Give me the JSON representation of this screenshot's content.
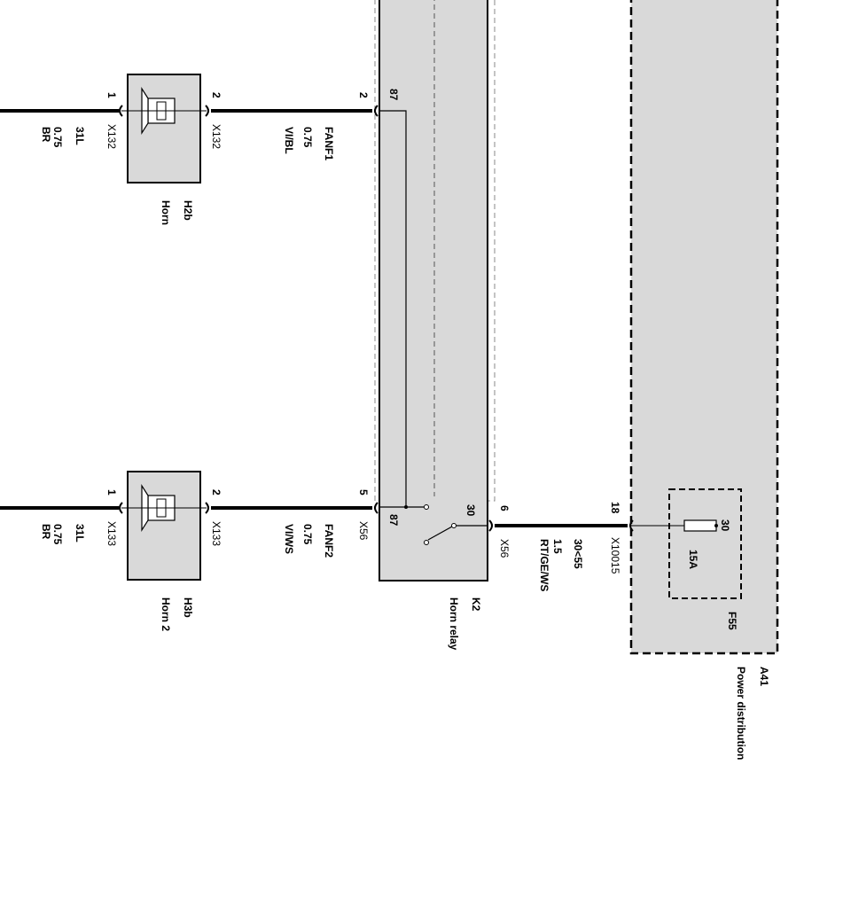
{
  "components": {
    "h2b": {
      "id": "H2b",
      "name": "Horn",
      "conn_left": "X132",
      "conn_right": "X132",
      "pin_left": "1",
      "pin_right": "2"
    },
    "h3b": {
      "id": "H3b",
      "name": "Horn 2",
      "conn_left": "X133",
      "conn_right": "X133",
      "pin_left": "1",
      "pin_right": "2"
    },
    "k2": {
      "id": "K2",
      "name": "Horn relay",
      "pin_87_top": "87",
      "pin_87_bottom": "87",
      "pin_30": "30",
      "pin_2": "2",
      "pin_5": "5",
      "pin_6": "6",
      "conn_x56_a": "X56",
      "conn_x56_b": "X56"
    },
    "a41": {
      "id": "A41",
      "name": "Power distribution",
      "pin_18": "18",
      "conn": "X10015"
    },
    "f55": {
      "id": "F55",
      "rating": "15A",
      "terminal": "30"
    }
  },
  "wires": {
    "ground_top": {
      "line1": "31L",
      "line2": "0.75",
      "line3": "BR"
    },
    "ground_bottom": {
      "line1": "31L",
      "line2": "0.75",
      "line3": "BR"
    },
    "fanf1": {
      "line1": "FANF1",
      "line2": "0.75",
      "line3": "VI/BL"
    },
    "fanf2": {
      "line1": "FANF2",
      "line2": "0.75",
      "line3": "VI/WS"
    },
    "supply": {
      "line1": "30<55",
      "line2": "1.5",
      "line3": "RT/GE/WS"
    }
  }
}
